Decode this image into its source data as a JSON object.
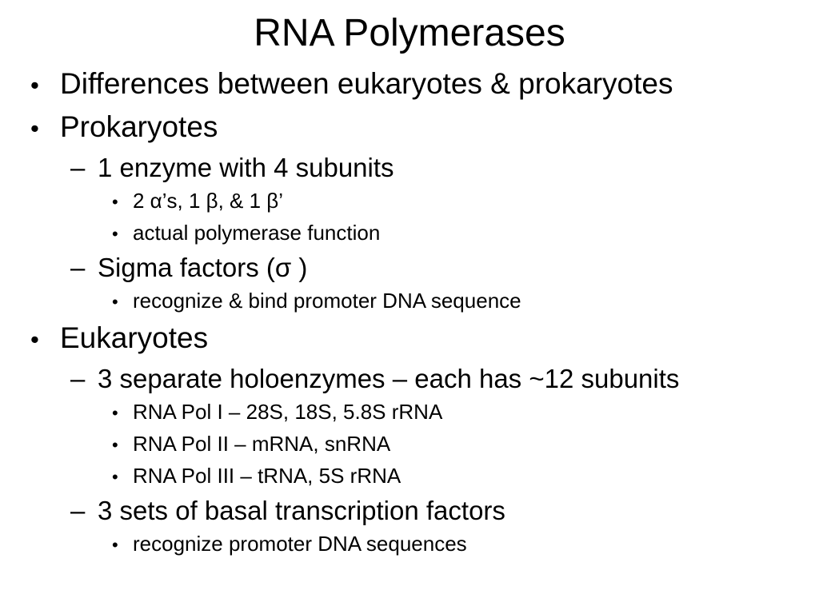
{
  "slide": {
    "title": "RNA Polymerases",
    "colors": {
      "background": "#ffffff",
      "text": "#000000"
    },
    "bullet_glyphs": {
      "1": "•",
      "2": "–",
      "3": "•"
    },
    "bullets": [
      {
        "level": 1,
        "text": "Differences between eukaryotes & prokaryotes"
      },
      {
        "level": 1,
        "text": "Prokaryotes"
      },
      {
        "level": 2,
        "text": "1 enzyme with 4 subunits"
      },
      {
        "level": 3,
        "text": "2 α’s, 1 β, & 1 β’"
      },
      {
        "level": 3,
        "text": "actual polymerase function"
      },
      {
        "level": 2,
        "text": "Sigma factors (σ )"
      },
      {
        "level": 3,
        "text": "recognize & bind promoter DNA sequence"
      },
      {
        "level": 1,
        "text": "Eukaryotes"
      },
      {
        "level": 2,
        "text": "3 separate holoenzymes – each has ~12 subunits"
      },
      {
        "level": 3,
        "text": "RNA Pol I – 28S, 18S, 5.8S rRNA"
      },
      {
        "level": 3,
        "text": "RNA Pol II – mRNA, snRNA"
      },
      {
        "level": 3,
        "text": "RNA Pol III – tRNA, 5S rRNA"
      },
      {
        "level": 2,
        "text": "3 sets of basal transcription factors"
      },
      {
        "level": 3,
        "text": "recognize promoter DNA sequences"
      }
    ]
  }
}
